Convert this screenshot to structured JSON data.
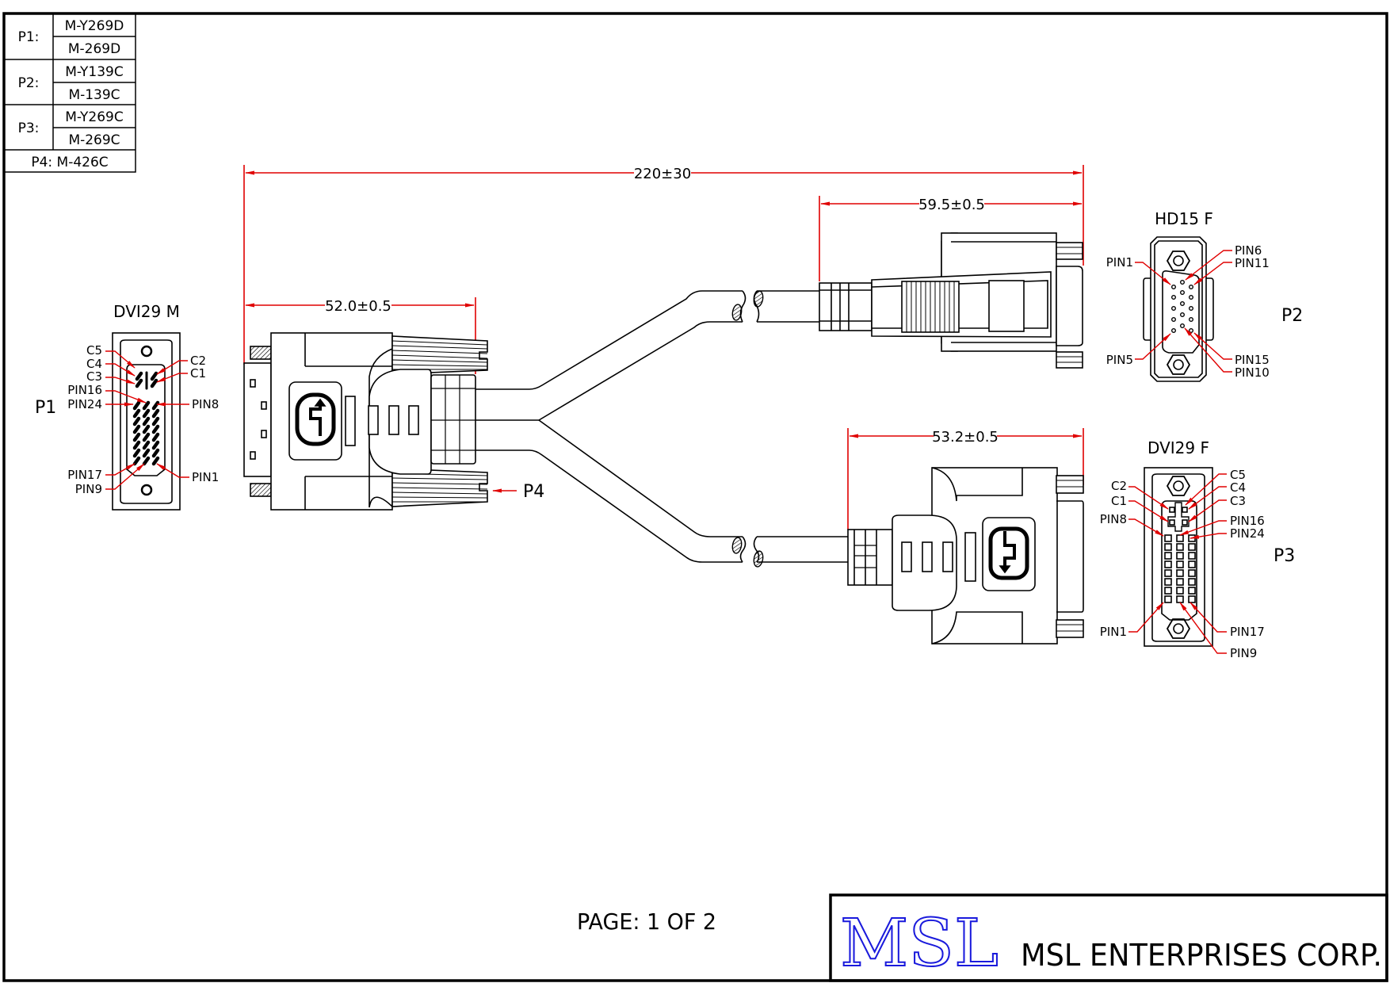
{
  "parts_table": {
    "rows": [
      {
        "label": "P1:",
        "parts": [
          "M-Y269D",
          "M-269D"
        ]
      },
      {
        "label": "P2:",
        "parts": [
          "M-Y139C",
          "M-139C"
        ]
      },
      {
        "label": "P3:",
        "parts": [
          "M-Y269C",
          "M-269C"
        ]
      }
    ],
    "footer": "P4: M-426C"
  },
  "dimensions": {
    "overall": "220±30",
    "p1_length": "52.0±0.5",
    "p2_length": "59.5±0.5",
    "p3_length": "53.2±0.5"
  },
  "connectors": {
    "p1": {
      "tag": "P1",
      "title": "DVI29  M",
      "left_labels": [
        "C5",
        "C4",
        "C3",
        "PIN16",
        "PIN24",
        "PIN17",
        "PIN9"
      ],
      "right_labels": [
        "C2",
        "C1",
        "PIN8",
        "PIN1"
      ]
    },
    "p2": {
      "tag": "P2",
      "title": "HD15  F",
      "left_labels": [
        "PIN1",
        "PIN5"
      ],
      "right_labels": [
        "PIN6",
        "PIN11",
        "PIN15",
        "PIN10"
      ]
    },
    "p3": {
      "tag": "P3",
      "title": "DVI29  F",
      "left_labels": [
        "C2",
        "C1",
        "PIN8",
        "PIN1"
      ],
      "right_labels": [
        "C5",
        "C4",
        "C3",
        "PIN16",
        "PIN24",
        "PIN17",
        "PIN9"
      ]
    },
    "p4": {
      "tag": "P4"
    }
  },
  "footer": {
    "page": "PAGE:  1  OF  2",
    "logo": "MSL",
    "company": "MSL  ENTERPRISES  CORP."
  },
  "colors": {
    "dimension": "#e00000",
    "logo": "#1a1adc",
    "line": "#000000"
  }
}
